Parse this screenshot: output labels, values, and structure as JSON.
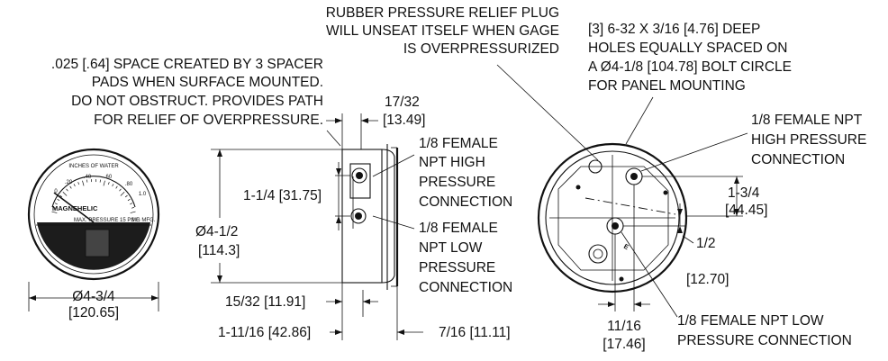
{
  "notes": {
    "spacer": [
      ".025 [.64] SPACE CREATED BY 3 SPACER",
      "PADS WHEN SURFACE MOUNTED.",
      "DO NOT OBSTRUCT. PROVIDES PATH",
      "FOR RELIEF OF OVERPRESSURE."
    ],
    "relief_plug": [
      "RUBBER PRESSURE RELIEF PLUG",
      "WILL UNSEAT ITSELF WHEN GAGE",
      "IS OVERPRESSURIZED"
    ],
    "mounting_holes": [
      "[3] 6-32 X 3/16 [4.76] DEEP",
      "HOLES EQUALLY SPACED ON",
      "A Ø4-1/8 [104.78] BOLT CIRCLE",
      "FOR PANEL MOUNTING"
    ],
    "side_high": [
      "1/8 FEMALE",
      "NPT HIGH",
      "PRESSURE",
      "CONNECTION"
    ],
    "side_low": [
      "1/8 FEMALE",
      "NPT LOW",
      "PRESSURE",
      "CONNECTION"
    ],
    "back_high": [
      "1/8 FEMALE NPT",
      "HIGH PRESSURE",
      "CONNECTION"
    ],
    "back_low": [
      "1/8 FEMALE NPT LOW",
      "PRESSURE CONNECTION"
    ]
  },
  "dimensions": {
    "front_diameter": [
      "Ø4-3/4",
      "[120.65]"
    ],
    "side_top": [
      "17/32",
      "[13.49]"
    ],
    "port_spacing": "1-1/4 [31.75]",
    "body_diameter": [
      "Ø4-1/2",
      "[114.3]"
    ],
    "depth_a": "15/32 [11.91]",
    "depth_b": "1-11/16 [42.86]",
    "bezel": "7/16 [11.11]",
    "back_right_a": [
      "1-3/4",
      "[44.45]"
    ],
    "back_right_b": [
      "1/2",
      "[12.70]"
    ],
    "back_bottom": [
      "11/16",
      "[17.46]"
    ]
  },
  "gauge_face": {
    "units": "INCHES OF WATER",
    "brand": "MAGNEHELIC",
    "ticks": [
      "0",
      ".20",
      ".40",
      ".60",
      ".80",
      "1.0"
    ],
    "max_pressure": "MAX. PRESSURE 15 PSIG",
    "model": "MF. MFG."
  }
}
